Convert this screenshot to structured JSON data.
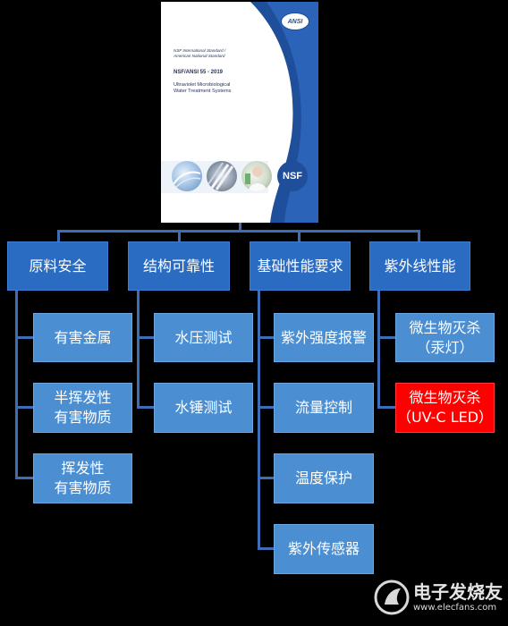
{
  "cover": {
    "org_line1": "NSF International Standard /",
    "org_line2": "American National Standard",
    "code": "NSF/ANSI 55 - 2019",
    "title_line1": "Ultraviolet Microbiological",
    "title_line2": "Water Treatment Systems",
    "ansi_badge": "ANSI",
    "nsf_badge": "NSF"
  },
  "categories": [
    {
      "label": "原料安全",
      "items": [
        "有害金属",
        "半挥发性\n有害物质",
        "挥发性\n有害物质"
      ]
    },
    {
      "label": "结构可靠性",
      "items": [
        "水压测试",
        "水锤测试"
      ]
    },
    {
      "label": "基础性能要求",
      "items": [
        "紫外强度报警",
        "流量控制",
        "温度保护",
        "紫外传感器"
      ]
    },
    {
      "label": "紫外线性能",
      "items": [
        "微生物灭杀\n（汞灯）",
        "微生物灭杀\n（UV-C LED）"
      ]
    }
  ],
  "colors": {
    "header_box": "#2b6cc3",
    "item_box": "#4b8fd2",
    "highlight_box": "#fe0000",
    "connector": "#3d6db4",
    "background": "#000000"
  },
  "watermark": {
    "name": "电子发烧友",
    "url": "www.elecfans.com"
  }
}
